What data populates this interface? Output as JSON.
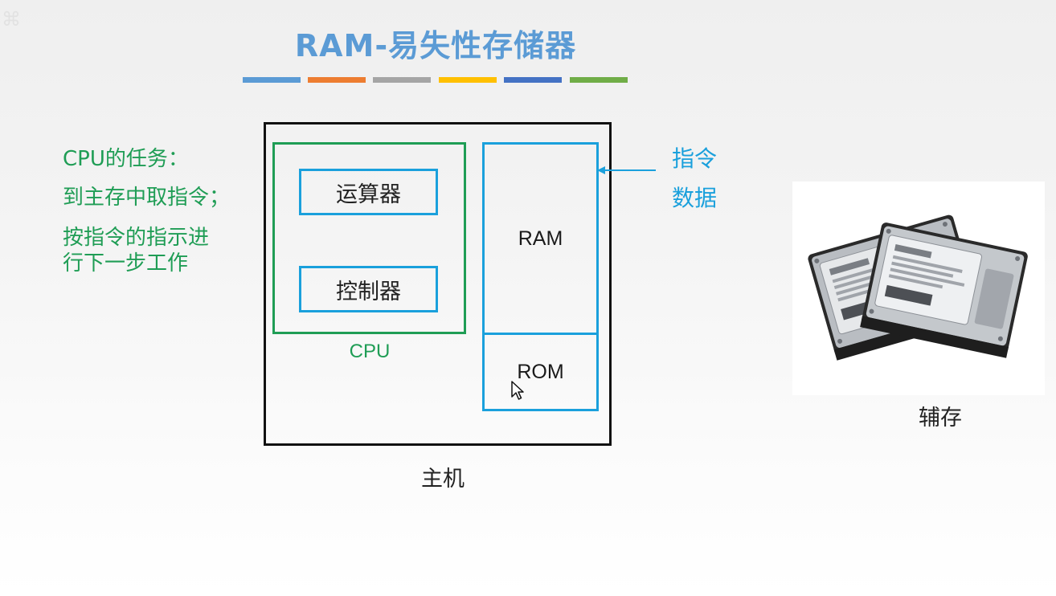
{
  "title": "RAM-易失性存储器",
  "colors": {
    "title": "#5b9bd5",
    "green": "#1f9d55",
    "blue": "#1aa0dc",
    "black": "#111111",
    "bars": [
      "#5b9bd5",
      "#ed7d31",
      "#a5a5a5",
      "#ffc000",
      "#4472c4",
      "#70ad47"
    ]
  },
  "cpu_task": {
    "heading": "CPU的任务：",
    "line1": "到主存中取指令；",
    "line2": "按指令的指示进",
    "line3": "行下一步工作"
  },
  "diagram": {
    "alu": "运算器",
    "control_unit": "控制器",
    "cpu_label": "CPU",
    "ram": "RAM",
    "rom": "ROM",
    "host_label": "主机",
    "arrow_label_1": "指令",
    "arrow_label_2": "数据"
  },
  "aux_storage": {
    "label": "辅存",
    "image": "hard-drives-photo"
  },
  "icons": {
    "cursor": "mouse-pointer-icon",
    "watermark": "watermark-icon"
  }
}
